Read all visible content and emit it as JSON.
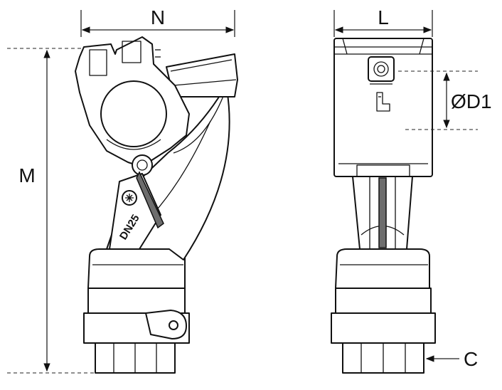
{
  "labels": {
    "n": "N",
    "l": "L",
    "m": "M",
    "d1": "ØD1",
    "c": "C",
    "marking": "DN25"
  },
  "colors": {
    "line": "#111111",
    "fill": "#ffffff",
    "shade": "#e6e6e6"
  }
}
